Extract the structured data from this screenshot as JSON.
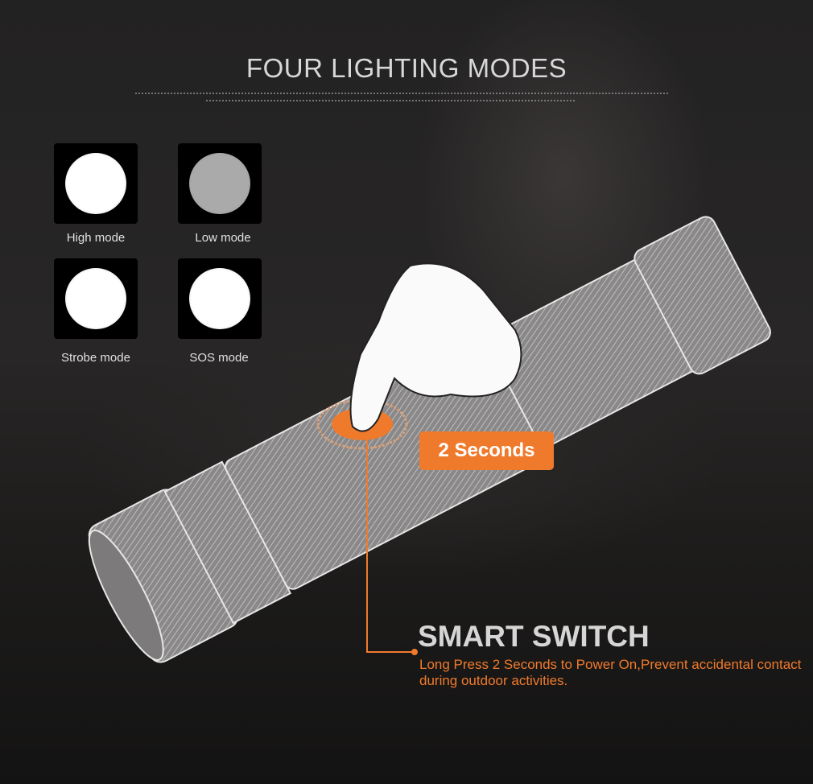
{
  "title": "FOUR LIGHTING MODES",
  "modes": [
    {
      "label": "High mode",
      "color": "#ffffff"
    },
    {
      "label": "Low mode",
      "color": "#a9a9a9"
    },
    {
      "label": "Strobe mode",
      "color": "#ffffff"
    },
    {
      "label": "SOS mode",
      "color": "#ffffff"
    }
  ],
  "badge": "2 Seconds",
  "feature": {
    "title": "SMART SWITCH",
    "description": "Long Press 2 Seconds to Power On,Prevent accidental contact during outdoor activities."
  },
  "colors": {
    "accent": "#f07a2c"
  }
}
